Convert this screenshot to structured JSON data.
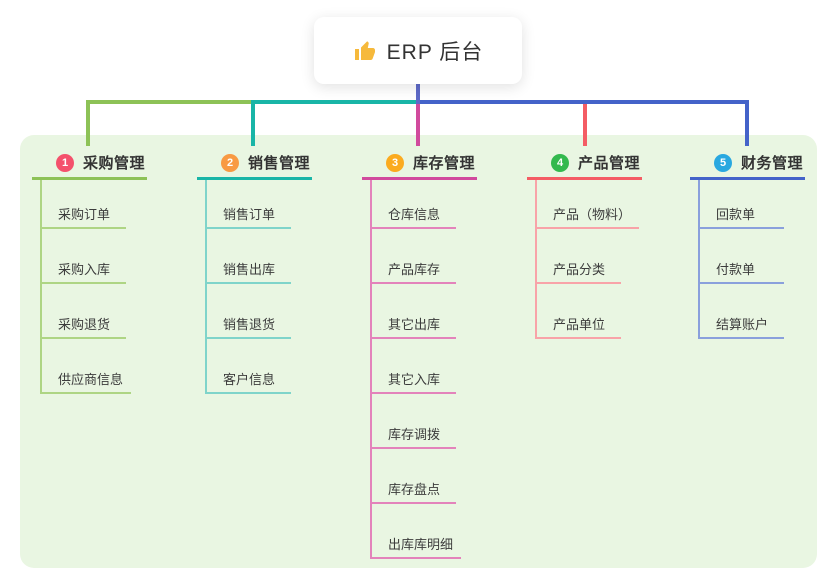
{
  "root": {
    "label": "ERP 后台",
    "icon": "thumbs-up"
  },
  "colors": {
    "canvas_bg": "#ffffff",
    "panel_bg": "#e9f6e2",
    "trunk": "#5e6ac8",
    "node_text": "#333333",
    "child_text": "#3c3c3c",
    "thumb_yellow": "#f6b93b"
  },
  "branches": [
    {
      "number": "1",
      "label": "采购管理",
      "badge_color": "#f4516c",
      "line_color": "#8dc257",
      "light_color": "#aed584",
      "children": [
        "采购订单",
        "采购入库",
        "采购退货",
        "供应商信息"
      ]
    },
    {
      "number": "2",
      "label": "销售管理",
      "badge_color": "#f89a43",
      "line_color": "#19b5a7",
      "light_color": "#7fd4ca",
      "children": [
        "销售订单",
        "销售出库",
        "销售退货",
        "客户信息"
      ]
    },
    {
      "number": "3",
      "label": "库存管理",
      "badge_color": "#fbab1f",
      "line_color": "#d14a9d",
      "light_color": "#e383bb",
      "children": [
        "仓库信息",
        "产品库存",
        "其它出库",
        "其它入库",
        "库存调拨",
        "库存盘点",
        "出库库明细"
      ]
    },
    {
      "number": "4",
      "label": "产品管理",
      "badge_color": "#33b94e",
      "line_color": "#f45c64",
      "light_color": "#f8a3a8",
      "children": [
        "产品（物料）",
        "产品分类",
        "产品单位"
      ]
    },
    {
      "number": "5",
      "label": "财务管理",
      "badge_color": "#29a8e0",
      "line_color": "#4463c9",
      "light_color": "#8aa0dc",
      "children": [
        "回款单",
        "付款单",
        "结算账户"
      ]
    }
  ]
}
